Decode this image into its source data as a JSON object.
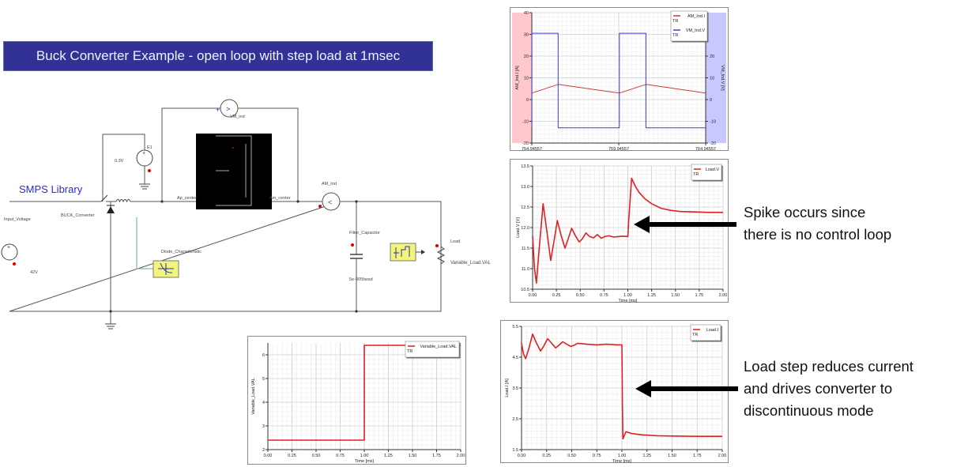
{
  "title": "Buck Converter Example - open loop with step load at 1msec",
  "schematic": {
    "library_label": "SMPS Library",
    "labels": {
      "input_voltage": "Input_Voltage",
      "input_value": "42V",
      "buck": "BUCK_Converter",
      "e1": "E1",
      "e1_value": "0.3V",
      "diode_char": "Diode_Characteristic",
      "ap_center": "Ap_center",
      "am_center": "Am_center",
      "vm": "VM_ind",
      "am": "AM_Ind",
      "filter_cap": "Filter_Capacitor",
      "cap_value": "5e-005farad",
      "load": "Load",
      "load_val": "Variable_Load.VAL"
    }
  },
  "annotations": {
    "spike": [
      "Spike occurs since",
      "there is no control loop"
    ],
    "load_step": [
      "Load step reduces current",
      "and drives converter to",
      "discontinuous mode"
    ]
  },
  "colors": {
    "banner": "#323296",
    "red_series": "#e02020",
    "blue_series": "#3030d0",
    "pink_axis": "#ffc8cc",
    "blue_axis": "#c8c8ff"
  },
  "chart_data": [
    {
      "id": "inductor",
      "type": "line",
      "xlim": [
        754.94557,
        764.94557
      ],
      "xticks": [
        754.94557,
        759.94557,
        764.94557
      ],
      "xtick_labels": [
        "754.94557",
        "759.94557",
        "764.94557"
      ],
      "ylim": [
        -20,
        40
      ],
      "yticks": [
        -20,
        -10,
        0,
        10,
        20,
        30,
        40
      ],
      "ytick_labels": [
        "-20",
        "-10",
        "0",
        "10",
        "20",
        "30",
        "40"
      ],
      "y2tick_labels": [
        "-20",
        "-10",
        "0",
        "10",
        "20"
      ],
      "ylabel": "AM_Ind.I [A]",
      "y2label": "VM_Ind.V [V]",
      "legend_sub": "TR",
      "series": [
        {
          "name": "AM_Ind.I",
          "color": "#c83c3c",
          "x": [
            754.94557,
            756.46,
            759.98,
            761.51,
            764.94557
          ],
          "y": [
            3,
            7,
            3,
            7,
            3
          ]
        },
        {
          "name": "VM_Ind.V",
          "color": "#3c3cd0",
          "x": [
            754.94557,
            754.95,
            754.95,
            756.46,
            756.46,
            759.98,
            759.98,
            761.51,
            761.51,
            764.94557
          ],
          "y": [
            -13,
            -13,
            30.5,
            30.5,
            -13,
            -13,
            30.5,
            30.5,
            -13,
            -13
          ]
        }
      ],
      "grid": true,
      "legend": "top-right"
    },
    {
      "id": "load-voltage",
      "type": "line",
      "xlim": [
        0,
        2
      ],
      "xlabel": "Time [ms]",
      "xticks": [
        0,
        0.25,
        0.5,
        0.75,
        1,
        1.25,
        1.5,
        1.75,
        2
      ],
      "xtick_labels": [
        "0.00",
        "0.25",
        "0.50",
        "0.75",
        "1.00",
        "1.25",
        "1.50",
        "1.75",
        "2.00"
      ],
      "ylim": [
        10.5,
        13.5
      ],
      "ylabel": "Load.V [V]",
      "yticks": [
        10.5,
        11,
        11.5,
        12,
        12.5,
        13,
        13.5
      ],
      "ytick_labels": [
        "10.5",
        "11.0",
        "11.5",
        "12.0",
        "12.5",
        "13.0",
        "13.5"
      ],
      "legend_sub": "TR",
      "series": [
        {
          "name": "Load.V",
          "color": "#e02020",
          "x": [
            0,
            0.02,
            0.04,
            0.07,
            0.11,
            0.15,
            0.19,
            0.22,
            0.26,
            0.3,
            0.34,
            0.37,
            0.41,
            0.45,
            0.49,
            0.52,
            0.56,
            0.6,
            0.64,
            0.68,
            0.72,
            0.76,
            0.8,
            0.85,
            0.9,
            0.95,
            1.0,
            1.01,
            1.04,
            1.08,
            1.12,
            1.18,
            1.25,
            1.35,
            1.45,
            1.55,
            1.7,
            1.85,
            2.0
          ],
          "y": [
            11.8,
            11.0,
            10.65,
            11.5,
            12.58,
            11.9,
            11.2,
            11.6,
            12.17,
            11.8,
            11.5,
            11.7,
            11.98,
            11.8,
            11.65,
            11.72,
            11.87,
            11.78,
            11.75,
            11.83,
            11.74,
            11.78,
            11.8,
            11.77,
            11.78,
            11.79,
            11.78,
            12.2,
            13.2,
            13.0,
            12.85,
            12.7,
            12.58,
            12.47,
            12.42,
            12.39,
            12.38,
            12.37,
            12.37
          ]
        }
      ],
      "grid": true,
      "legend": "top-right"
    },
    {
      "id": "variable-load",
      "type": "line",
      "xlim": [
        0,
        2
      ],
      "xlabel": "Time [ms]",
      "xticks": [
        0,
        0.25,
        0.5,
        0.75,
        1,
        1.25,
        1.5,
        1.75,
        2
      ],
      "xtick_labels": [
        "0.00",
        "0.25",
        "0.50",
        "0.75",
        "1.00",
        "1.25",
        "1.50",
        "1.75",
        "2.00"
      ],
      "ylim": [
        2,
        6.5
      ],
      "ylabel": "Variable_Load.VAL",
      "yticks": [
        2,
        3,
        4,
        5,
        6
      ],
      "ytick_labels": [
        "2",
        "3",
        "4",
        "5",
        "6"
      ],
      "legend_sub": "TR",
      "series": [
        {
          "name": "Variable_Load.VAL",
          "color": "#e02020",
          "x": [
            0,
            1,
            1,
            2
          ],
          "y": [
            2.4,
            2.4,
            6.4,
            6.4
          ]
        }
      ],
      "grid": true,
      "legend": "top-right"
    },
    {
      "id": "load-current",
      "type": "line",
      "xlim": [
        0,
        2
      ],
      "xlabel": "Time [ms]",
      "xticks": [
        0,
        0.25,
        0.5,
        0.75,
        1,
        1.25,
        1.5,
        1.75,
        2
      ],
      "xtick_labels": [
        "0.00",
        "0.25",
        "0.50",
        "0.75",
        "1.00",
        "1.25",
        "1.50",
        "1.75",
        "2.00"
      ],
      "ylim": [
        1.5,
        5.5
      ],
      "ylabel": "Load.I [A]",
      "yticks": [
        1.5,
        2.5,
        3.5,
        4.5,
        5.5
      ],
      "ytick_labels": [
        "1.5",
        "2.5",
        "3.5",
        "4.5",
        "5.5"
      ],
      "legend_sub": "TR",
      "series": [
        {
          "name": "Load.I",
          "color": "#e02020",
          "x": [
            0,
            0.02,
            0.04,
            0.07,
            0.11,
            0.15,
            0.19,
            0.22,
            0.26,
            0.3,
            0.34,
            0.37,
            0.41,
            0.45,
            0.49,
            0.52,
            0.56,
            0.65,
            0.75,
            0.85,
            0.95,
            1.0,
            1.005,
            1.01,
            1.04,
            1.1,
            1.2,
            1.35,
            1.5,
            1.75,
            2.0
          ],
          "y": [
            4.95,
            4.6,
            4.45,
            4.75,
            5.25,
            4.95,
            4.7,
            4.85,
            5.1,
            4.95,
            4.8,
            4.88,
            5.0,
            4.92,
            4.85,
            4.88,
            4.95,
            4.92,
            4.9,
            4.92,
            4.9,
            4.9,
            3.0,
            1.85,
            2.08,
            2.02,
            1.98,
            1.95,
            1.94,
            1.93,
            1.93
          ]
        }
      ],
      "grid": true,
      "legend": "top-right"
    }
  ]
}
